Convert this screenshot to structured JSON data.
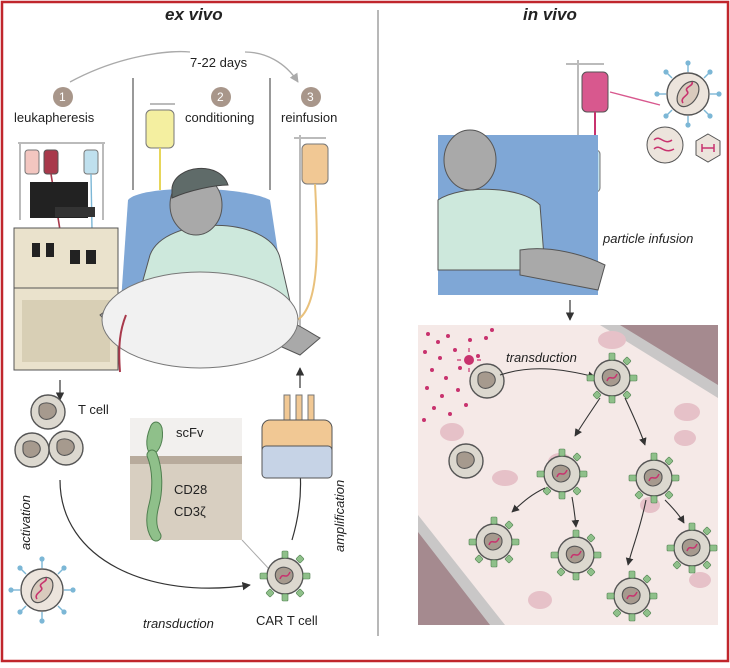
{
  "panels": {
    "ex_vivo": {
      "title": "ex vivo"
    },
    "in_vivo": {
      "title": "in vivo"
    }
  },
  "timeline": {
    "label": "7-22 days"
  },
  "steps": [
    {
      "number": "1",
      "label": "leukapheresis"
    },
    {
      "number": "2",
      "label": "conditioning"
    },
    {
      "number": "3",
      "label": "reinfusion"
    }
  ],
  "cycle": {
    "t_cell": "T cell",
    "activation": "activation",
    "transduction": "transduction",
    "car_t_cell": "CAR T cell",
    "amplification": "amplification"
  },
  "car_construct": {
    "scfv": "scFv",
    "cd28": "CD28",
    "cd3z": "CD3ζ"
  },
  "in_vivo_labels": {
    "particle_infusion": "particle infusion",
    "transduction": "transduction"
  },
  "colors": {
    "border": "#c0262c",
    "car_green": "#8fc08a",
    "vector_magenta": "#c8326e",
    "chair_blue": "#7fa7d6",
    "gown_mint": "#cde8dc",
    "tissue_pink": "#f5e9e7"
  }
}
